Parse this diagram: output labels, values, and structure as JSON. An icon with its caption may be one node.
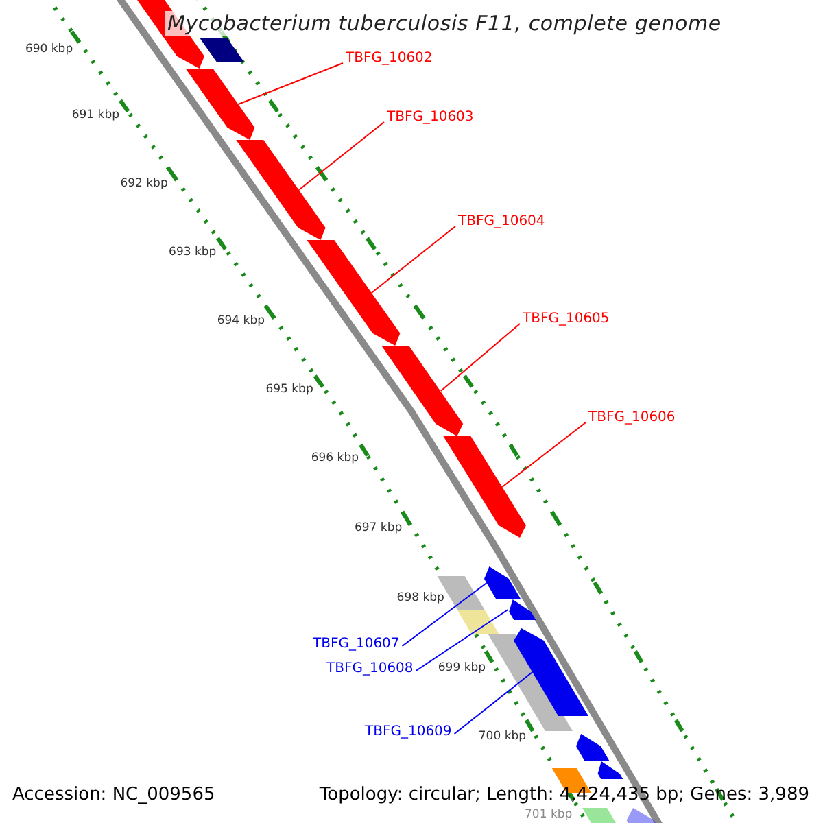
{
  "diagram": {
    "title": "Mycobacterium tuberculosis F11, complete genome",
    "nodes": [
      {
        "text": [],
        "shape": "arrow"
      },
      {
        "text": [],
        "shape": "box"
      },
      {
        "text": [
          "TBFG_10602"
        ]
      },
      {
        "text": [],
        "shape": "arrow"
      },
      {
        "text": [
          "TBFG_10603"
        ]
      },
      {
        "text": [],
        "shape": "arrow"
      },
      {
        "text": [
          "TBFG_10604"
        ]
      },
      {
        "text": [],
        "shape": "arrow"
      },
      {
        "text": [
          "TBFG_10605"
        ]
      },
      {
        "text": [],
        "shape": "arrow"
      },
      {
        "text": [
          "TBFG_10606"
        ]
      },
      {
        "text": [],
        "shape": "arrow"
      },
      {
        "text": [],
        "shape": "box"
      },
      {
        "text": [],
        "shape": "arrow"
      },
      {
        "text": [],
        "shape": "box"
      },
      {
        "text": [],
        "shape": "arrow"
      },
      {
        "text": [
          "TBFG_10607"
        ]
      },
      {
        "text": [
          "TBFG_10608"
        ]
      },
      {
        "text": [],
        "shape": "box"
      },
      {
        "text": [],
        "shape": "arrow"
      },
      {
        "text": [
          "TBFG_10609"
        ]
      },
      {
        "text": [],
        "shape": "arrow"
      },
      {
        "text": [],
        "shape": "arrow"
      },
      {
        "text": [],
        "shape": "box"
      },
      {
        "text": [],
        "shape": "arrow"
      },
      {
        "text": [],
        "shape": "box"
      }
    ],
    "edges": [
      {
        "from": 2,
        "to": 3,
        "arrow": "none"
      },
      {
        "from": 4,
        "to": 5,
        "arrow": "none"
      },
      {
        "from": 6,
        "to": 7,
        "arrow": "none"
      },
      {
        "from": 8,
        "to": 9,
        "arrow": "none"
      },
      {
        "from": 10,
        "to": 11,
        "arrow": "none"
      },
      {
        "from": 16,
        "to": 13,
        "arrow": "none",
        "color": "#0000ff"
      },
      {
        "from": 17,
        "to": 15,
        "arrow": "none",
        "color": "#0000ff"
      },
      {
        "from": 20,
        "to": 19,
        "arrow": "none",
        "color": "#0000ff"
      }
    ],
    "labels": [
      "690 kbp",
      "691 kbp",
      "692 kbp",
      "693 kbp",
      "694 kbp",
      "695 kbp",
      "696 kbp",
      "697 kbp",
      "698 kbp",
      "699 kbp",
      "700 kbp",
      "701 kbp",
      "Accession: NC_009565",
      "Topology: circular; Length: 4,424,435 bp; Genes: 3,989"
    ]
  }
}
